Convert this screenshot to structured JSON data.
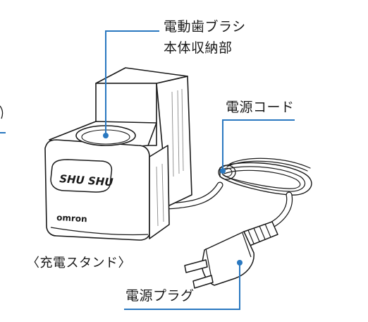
{
  "labels": {
    "stand_body": [
      "電動歯ブラシ",
      "本体収納部"
    ],
    "power_cord": "電源コード",
    "caption": "〈充電スタンド〉",
    "power_plug": "電源プラグ"
  },
  "product_marks": {
    "brand": "SHU SHU",
    "maker": "omron"
  },
  "colors": {
    "leader_line": "#2a78c0",
    "outline": "#1a1a1a",
    "fill": "#ffffff",
    "hatch": "#8a8a8a"
  }
}
